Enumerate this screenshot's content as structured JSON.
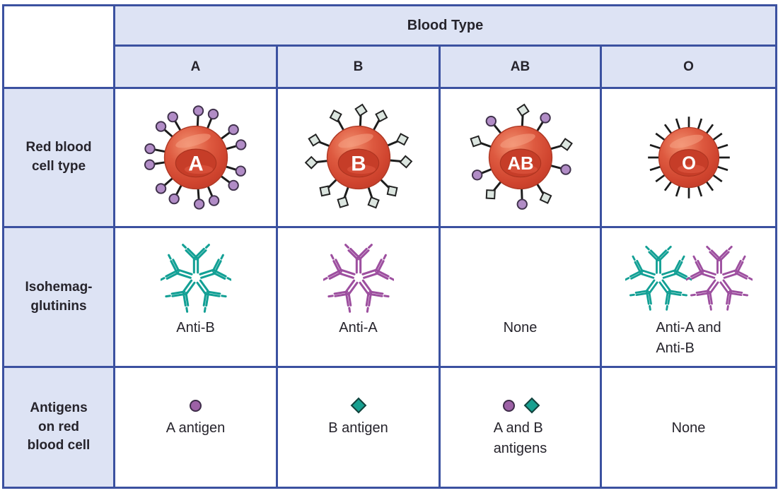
{
  "title": "Blood Type",
  "row_labels": {
    "rbc": "Red blood\ncell type",
    "iso": "Isohemag-\nglutinins",
    "antigens": "Antigens\non red\nblood cell"
  },
  "columns": [
    {
      "label": "A",
      "rbc_letter": "A",
      "rbc_antigens": [
        "A"
      ],
      "antibodies": [
        "Anti-B"
      ],
      "isohemagglutinins_label": "Anti-B",
      "antigen_symbols": [
        "A"
      ],
      "antigens_label": "A antigen"
    },
    {
      "label": "B",
      "rbc_letter": "B",
      "rbc_antigens": [
        "B"
      ],
      "antibodies": [
        "Anti-A"
      ],
      "isohemagglutinins_label": "Anti-A",
      "antigen_symbols": [
        "B"
      ],
      "antigens_label": "B antigen"
    },
    {
      "label": "AB",
      "rbc_letter": "AB",
      "rbc_antigens": [
        "A",
        "B"
      ],
      "antibodies": [],
      "isohemagglutinins_label": "None",
      "antigen_symbols": [
        "A",
        "B"
      ],
      "antigens_label": "A and B\nantigens"
    },
    {
      "label": "O",
      "rbc_letter": "O",
      "rbc_antigens": [],
      "antibodies": [
        "Anti-B",
        "Anti-A"
      ],
      "isohemagglutinins_label": "Anti-A and\nAnti-B",
      "antigen_symbols": [],
      "antigens_label": "None"
    }
  ],
  "colors": {
    "border": "#3B51A0",
    "header_bg": "#DDE3F4",
    "cell_bg": "#FFFFFF",
    "text": "#26242C",
    "rbc_body_light": "#F1906F",
    "rbc_body": "#DE5A40",
    "rbc_body_dark": "#C13A27",
    "rbc_inner": "#C63D28",
    "spike": "#1C1C1C",
    "antigen_a": "#B18CC6",
    "antigen_a_solid": "#9D61A6",
    "antigen_b_pale": "#DCE6E0",
    "antigen_b_solid": "#17A090",
    "anti_a": "#9D4F9F",
    "anti_b": "#13A095"
  }
}
